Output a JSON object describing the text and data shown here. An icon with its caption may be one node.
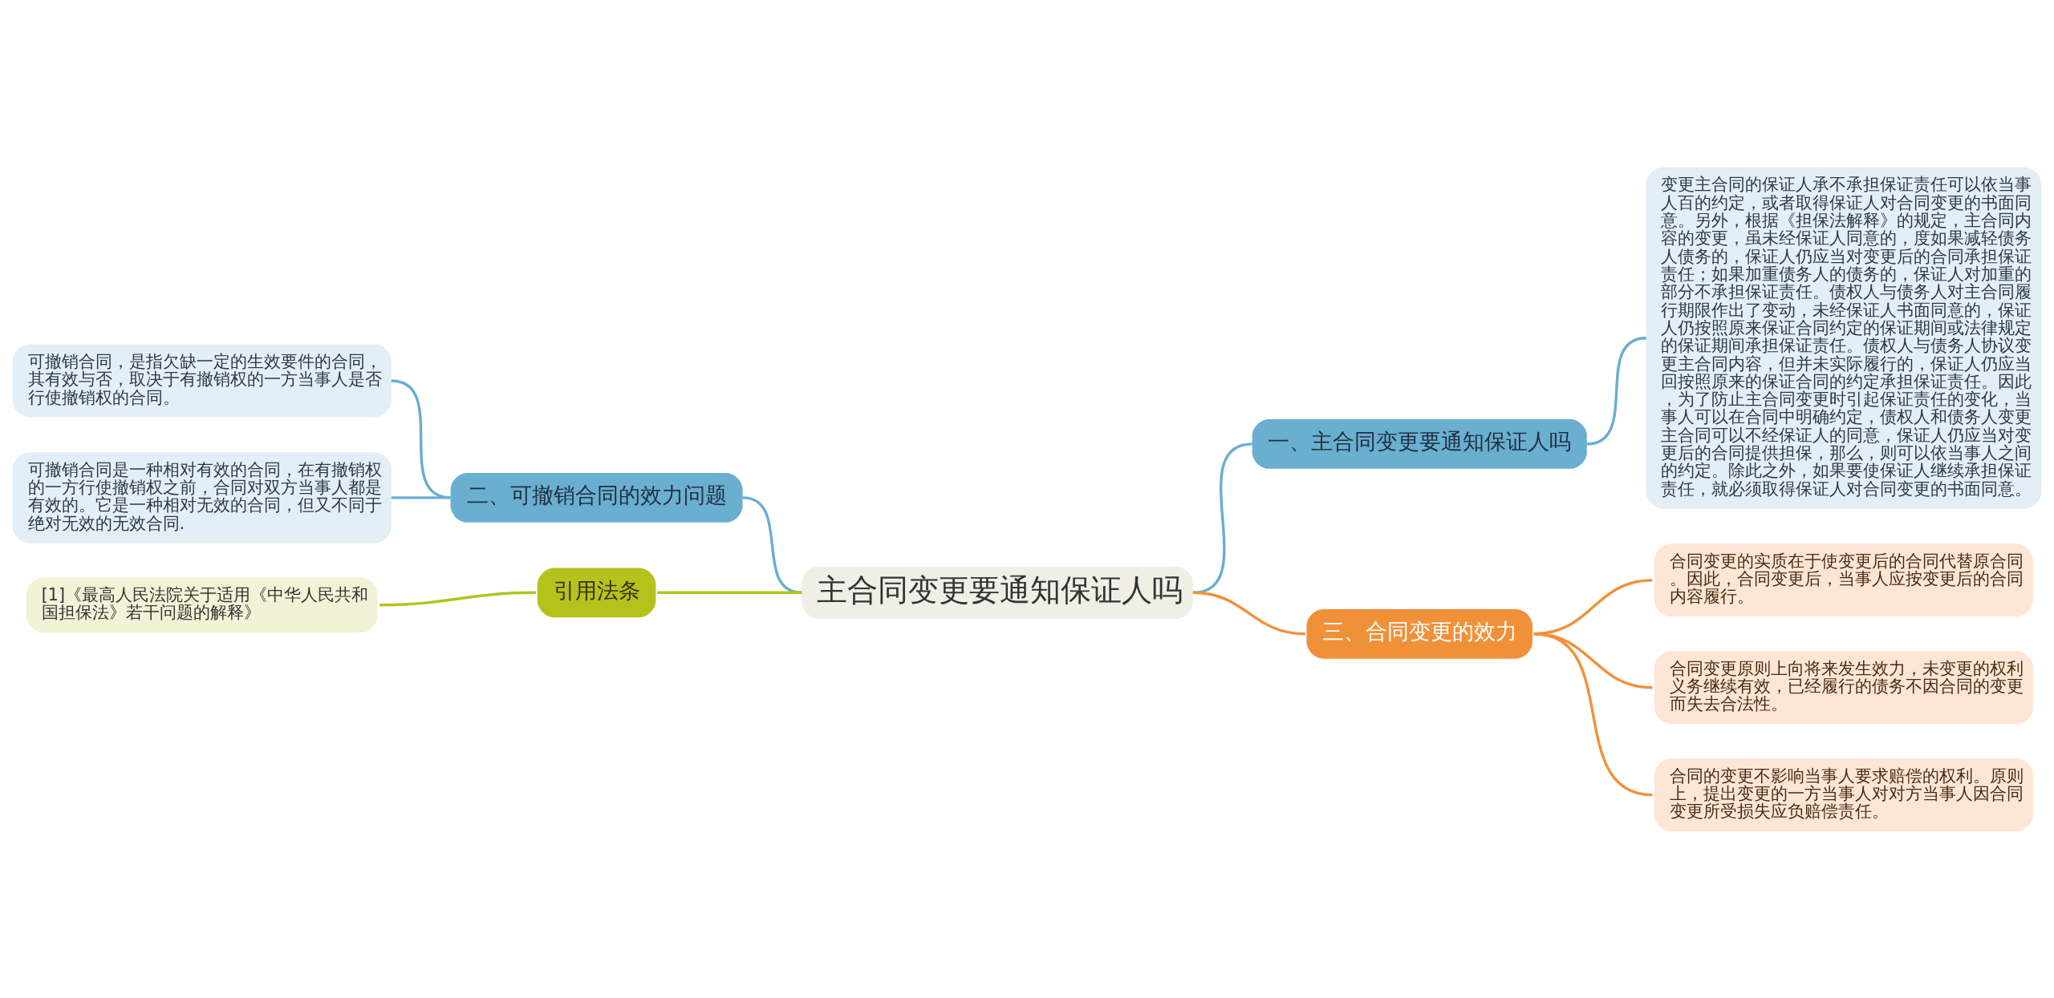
{
  "diagram": {
    "nodes": [
      {
        "text": [
          "主合同变更要通知保证人吗"
        ]
      },
      {
        "text": [
          "一、主合同变更要通知保证人吗"
        ]
      },
      {
        "text": [
          "变更主合同的保证人承不承担保证责任可以依当事人百的约定，或者取得保证人对合同变更的书面同意。另外，根据《担保法解释》的规定，主合同内容的变更，虽未经保证人同意的，度如果减轻债务人债务的，保证人仍应当对变更后的合同承担保证责任；如果加重债务人的债务的，保证人对加重的部分不承担保证责任。债权人与债务人对主合同履行期限作出了变动，未经保证人书面同意的，保证人仍按照原来保证合同约定的保证期间或法律规定的保证期间承担保证责任。债权人与债务人协议变更主合同内容，但并未实际履行的，保证人仍应当回按照原来的保证合同的约定承担保证责任。因此，为了防止主合同变更时引起保证责任的变化，当事人可以在合同中明确约定，债权人和债务人变更主合同可以不经保证人的同意，保证人仍应当对变更后的合同提供担保，那么，则可以依当事人之间的约定。除此之外，如果要使保证人继续承担保证责任，就必须取得保证人对合同变更的书面同意。"
        ]
      },
      {
        "text": [
          "三、合同变更的效力"
        ]
      },
      {
        "text": [
          "合同变更的实质在于使变更后的合同代替原合同。因此，合同变更后，当事人应按变更后的合同内容履行。"
        ]
      },
      {
        "text": [
          "合同变更原则上向将来发生效力，未变更的权利义务继续有效，已经履行的债务不因合同的变更而失去合法性。"
        ]
      },
      {
        "text": [
          "合同的变更不影响当事人要求赔偿的权利。原则上，提出变更的一方当事人对对方当事人因合同变更所受损失应负赔偿责任。"
        ]
      },
      {
        "text": [
          "二、可撤销合同的效力问题"
        ]
      },
      {
        "text": [
          "可撤销合同，是指欠缺一定的生效要件的合同，其有效与否，取决于有撤销权的一方当事人是否行使撤销权的合同。"
        ]
      },
      {
        "text": [
          "可撤销合同是一种相对有效的合同，在有撤销权的一方行使撤销权之前，合同对双方当事人都是有效的。它是一种相对无效的合同，但又不同于绝对无效的无效合同."
        ]
      },
      {
        "text": [
          "引用法条"
        ]
      },
      {
        "text": [
          "[1]《最高人民法院关于适用《中华人民共和国担保法》若干问题的解释》"
        ]
      }
    ],
    "edges": [
      {
        "from": 0,
        "to": 1,
        "arrow": "none",
        "color": "#6aaed0"
      },
      {
        "from": 1,
        "to": 2,
        "arrow": "none",
        "color": "#6aaed0"
      },
      {
        "from": 0,
        "to": 3,
        "arrow": "none",
        "color": "#f0913a"
      },
      {
        "from": 3,
        "to": 4,
        "arrow": "none",
        "color": "#f0913a"
      },
      {
        "from": 3,
        "to": 5,
        "arrow": "none",
        "color": "#f0913a"
      },
      {
        "from": 3,
        "to": 6,
        "arrow": "none",
        "color": "#f0913a"
      },
      {
        "from": 0,
        "to": 7,
        "arrow": "none",
        "color": "#6aaed0"
      },
      {
        "from": 7,
        "to": 8,
        "arrow": "none",
        "color": "#6aaed0"
      },
      {
        "from": 7,
        "to": 9,
        "arrow": "none",
        "color": "#6aaed0"
      },
      {
        "from": 0,
        "to": 10,
        "arrow": "none",
        "color": "#b5c21c"
      },
      {
        "from": 10,
        "to": 11,
        "arrow": "none",
        "color": "#b5c21c"
      }
    ]
  }
}
